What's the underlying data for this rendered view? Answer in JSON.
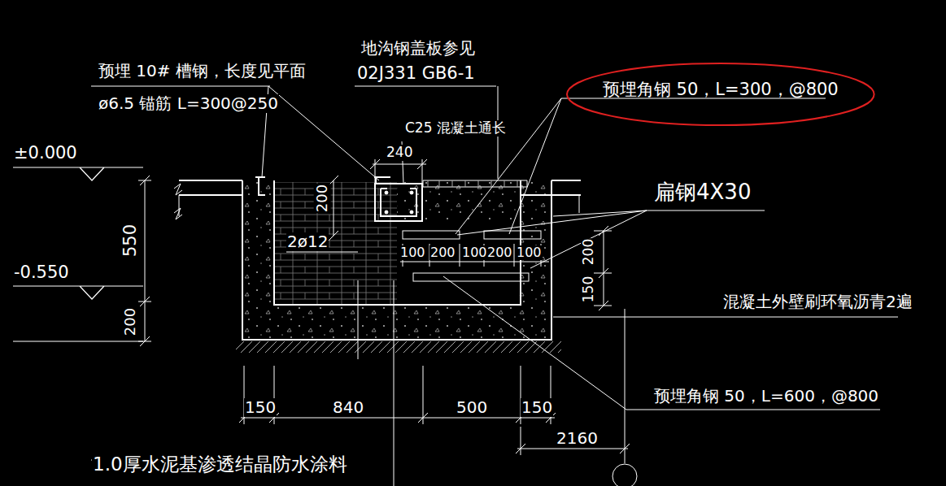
{
  "diagram": {
    "nodes": [
      {
        "text": [
          "预埋角钢 50，L=300，@800"
        ]
      }
    ],
    "labels": [
      "地沟钢盖板参见",
      "02J331 GB6-1",
      "预埋 10# 槽钢，长度见平面",
      "ø6.5 锚筋 L=300@250",
      "C25 混凝土通长",
      "240",
      "±0.000",
      "-0.550",
      "550",
      "200",
      "200",
      "2ø12",
      "扁钢4X30",
      "100",
      "200",
      "100",
      "200",
      "100",
      "200",
      "150",
      "混凝土外壁刷环氧沥青2遍",
      "预埋角钢 50，L=600，@800",
      "150",
      "840",
      "500",
      "150",
      "2160",
      "1.0厚水泥基渗透结晶防水涂料"
    ]
  }
}
